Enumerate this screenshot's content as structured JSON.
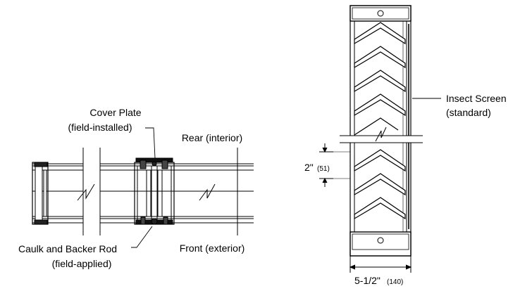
{
  "diagram": {
    "plan_view": {
      "cover_plate": "Cover Plate",
      "cover_plate_note": "(field-installed)",
      "rear": "Rear (interior)",
      "front": "Front (exterior)",
      "caulk": "Caulk and Backer Rod",
      "caulk_note": "(field-applied)"
    },
    "section_view": {
      "insect_screen": "Insect Screen",
      "insect_screen_note": "(standard)",
      "blade_spacing": "2\"",
      "blade_spacing_metric": "(51)",
      "depth": "5-1/2\"",
      "depth_metric": "(140)"
    }
  },
  "colors": {
    "line": "#000000",
    "background": "#ffffff"
  }
}
